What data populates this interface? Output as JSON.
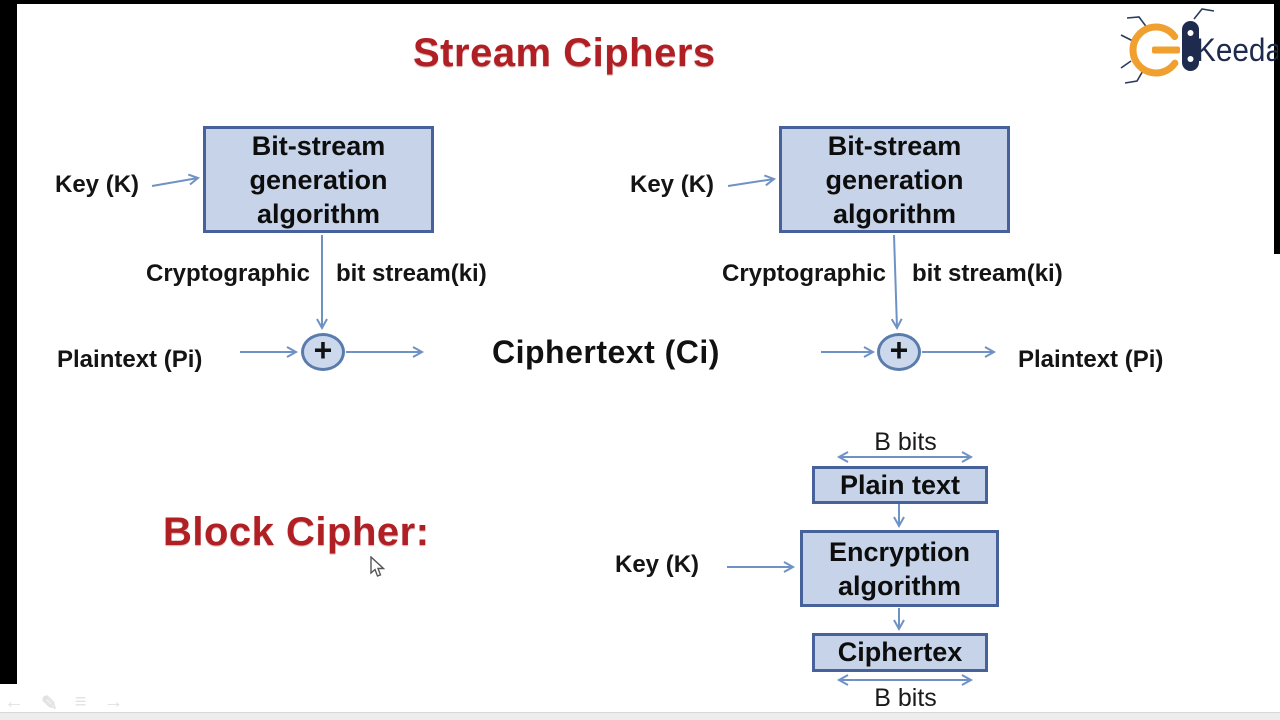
{
  "title": "Stream Ciphers",
  "logo": {
    "brand": "Keeda"
  },
  "colors": {
    "accent_red": "#b01f24",
    "box_fill": "#c7d3e8",
    "box_border": "#47629a",
    "line_blue": "#6f92c4",
    "logo_navy": "#1f2b4e",
    "logo_orange": "#efa02f"
  },
  "stream_left": {
    "key_label": "Key (K)",
    "box_label": "Bit-stream generation algorithm",
    "caption_left": "Cryptographic",
    "caption_right": "bit stream(ki)",
    "input_label": "Plaintext (Pi)",
    "xor_symbol": "+"
  },
  "center_label": "Ciphertext (Ci)",
  "stream_right": {
    "key_label": "Key (K)",
    "box_label": "Bit-stream generation algorithm",
    "caption_left": "Cryptographic",
    "caption_right": "bit stream(ki)",
    "output_label": "Plaintext (Pi)",
    "xor_symbol": "+"
  },
  "block": {
    "heading": "Block Cipher:",
    "top_bits_label": "B bits",
    "plain_box_label": "Plain text",
    "key_label": "Key (K)",
    "encryption_box_label": "Encryption algorithm",
    "cipher_box_label": "Ciphertex",
    "bottom_bits_label": "B bits"
  },
  "nav": {
    "back": "←",
    "pen": "✎",
    "menu": "≡",
    "forward": "→"
  }
}
